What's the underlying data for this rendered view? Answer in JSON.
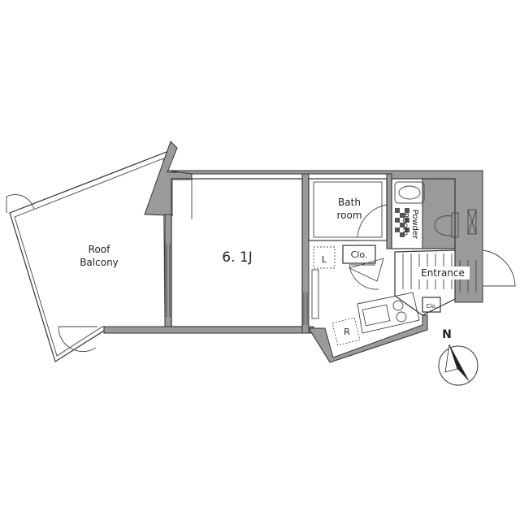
{
  "rooms": {
    "roof_balcony": [
      "Roof",
      "Balcony"
    ],
    "main_room": "6. 1J",
    "bathroom": [
      "Bath",
      "room"
    ],
    "powder_room": [
      "Powder",
      "Room"
    ],
    "closet": "Clo.",
    "entrance": "Entrance",
    "shoe_closet": "Clo.",
    "laundry": "L",
    "fridge": "R"
  },
  "compass": {
    "label": "N"
  },
  "colors": {
    "wall": "#9a9a9a",
    "line": "#333333"
  }
}
